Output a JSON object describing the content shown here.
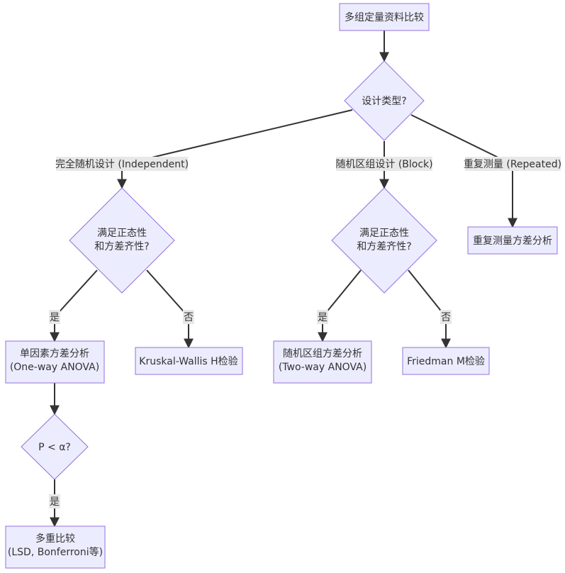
{
  "nodes": {
    "start": [
      "多组定量资料比较"
    ],
    "design": [
      "设计类型?"
    ],
    "normal_a": [
      "满足正态性",
      "和方差齐性?"
    ],
    "normal_b": [
      "满足正态性",
      "和方差齐性?"
    ],
    "repeated_anova": [
      "重复测量方差分析"
    ],
    "oneway": [
      "单因素方差分析",
      "(One-way ANOVA)"
    ],
    "kruskal": [
      "Kruskal-Wallis H检验"
    ],
    "twoway": [
      "随机区组方差分析",
      "(Two-way ANOVA)"
    ],
    "friedman": [
      "Friedman M检验"
    ],
    "p_alpha": [
      "P < α?"
    ],
    "multiple": [
      "多重比较",
      "(LSD, Bonferroni等)"
    ]
  },
  "edge_labels": {
    "independent": "完全随机设计 (Independent)",
    "block": "随机区组设计 (Block)",
    "repeated": "重复测量 (Repeated)",
    "yes_a": "是",
    "no_a": "否",
    "yes_b": "是",
    "no_b": "否",
    "yes_p": "是"
  },
  "colors": {
    "node_fill": "#ECECFF",
    "node_stroke": "#9370DB",
    "edge": "#333333",
    "label_bg": "#e8e8e8",
    "text": "#333333"
  }
}
